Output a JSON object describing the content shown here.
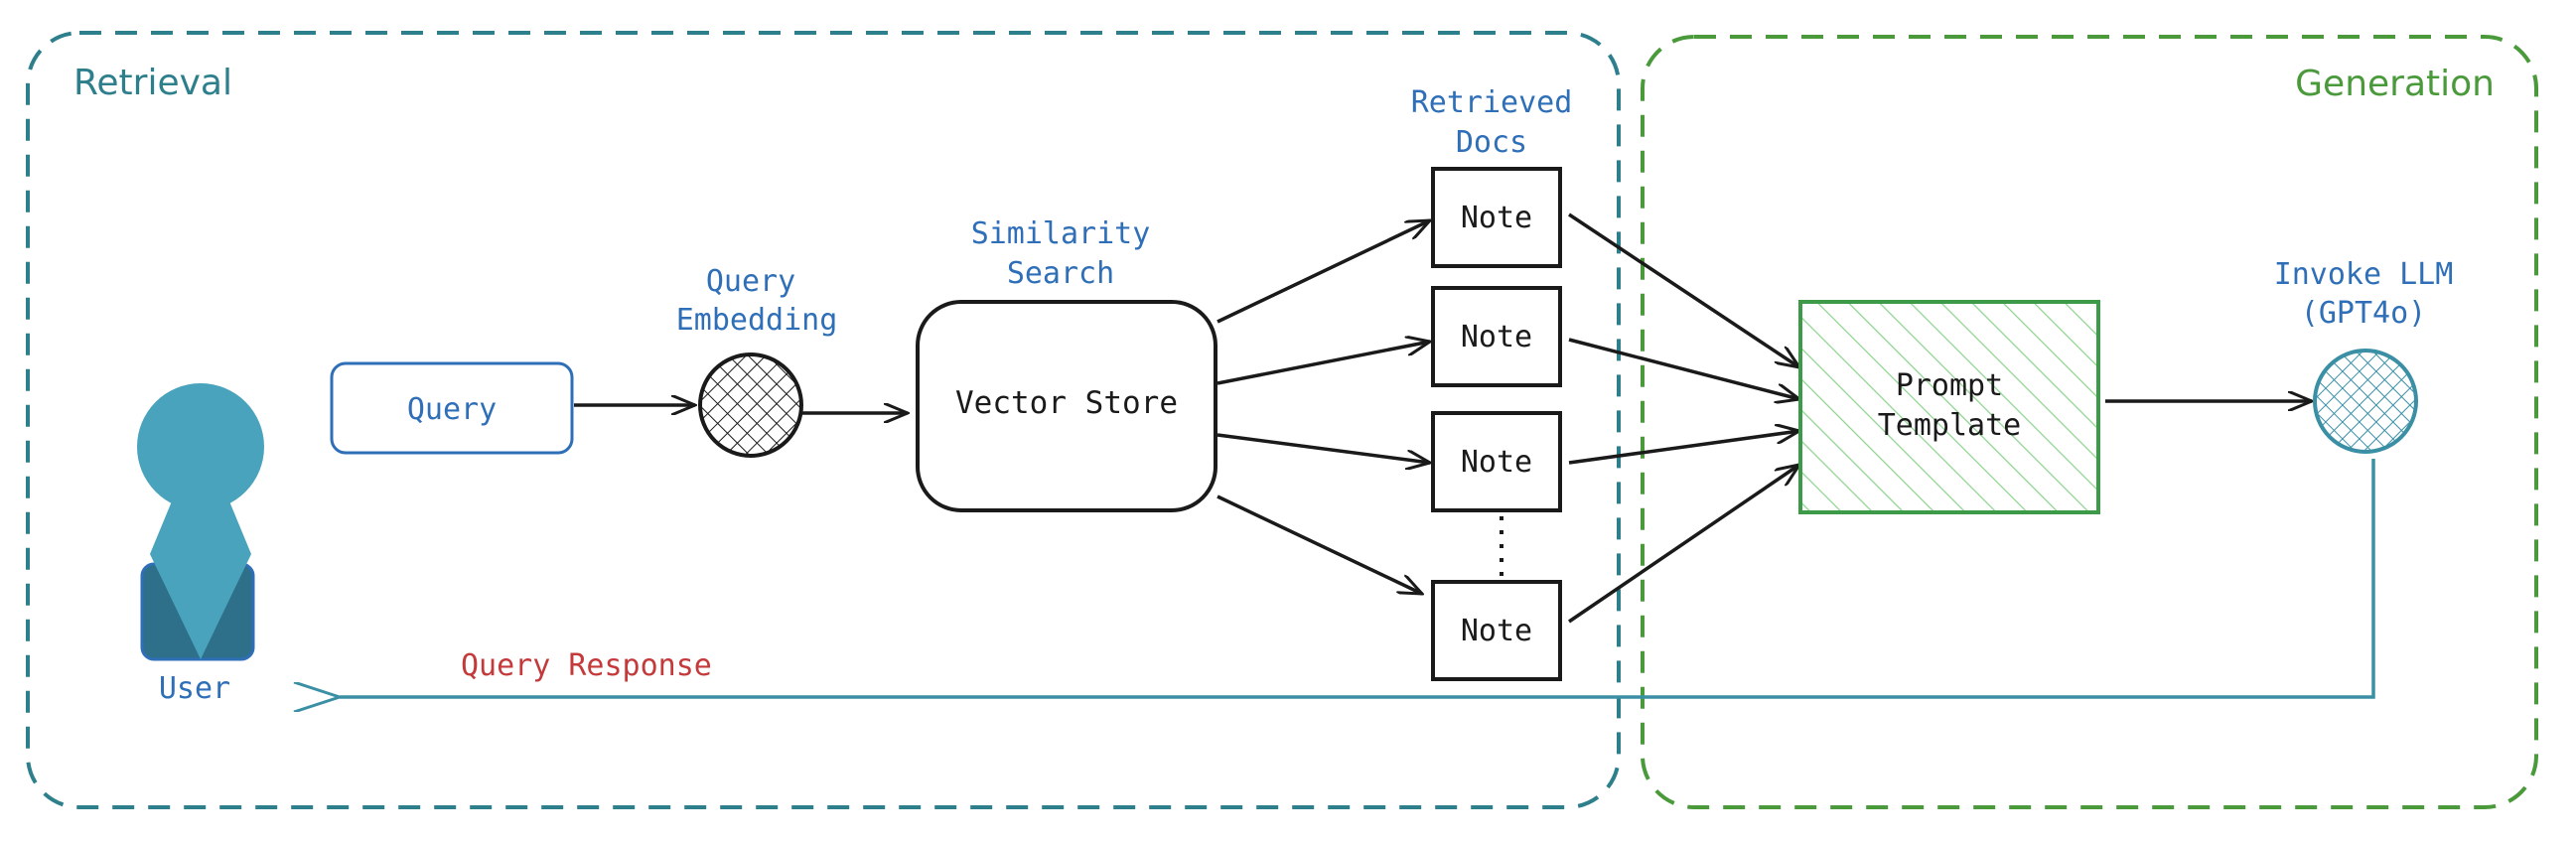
{
  "regions": {
    "retrieval": {
      "label": "Retrieval",
      "color": "#2e7f8c"
    },
    "generation": {
      "label": "Generation",
      "color": "#4a9a3c"
    }
  },
  "user": {
    "label": "User",
    "icon": "person-icon",
    "color": "#4aa3bc"
  },
  "query": {
    "label": "Query"
  },
  "query_embedding": {
    "label_line1": "Query",
    "label_line2": "Embedding"
  },
  "similarity_search": {
    "label_line1": "Similarity",
    "label_line2": "Search"
  },
  "vector_store": {
    "label": "Vector Store"
  },
  "retrieved_docs": {
    "label_line1": "Retrieved",
    "label_line2": "Docs",
    "notes": [
      "Note",
      "Note",
      "Note",
      "Note"
    ]
  },
  "prompt_template": {
    "label_line1": "Prompt",
    "label_line2": "Template"
  },
  "invoke_llm": {
    "label_line1": "Invoke LLM",
    "label_line2": "(GPT4o)"
  },
  "query_response": {
    "label": "Query Response",
    "color": "#c43a3a"
  },
  "colors": {
    "label_blue": "#2f6fb8",
    "box_stroke": "#1a1a1a",
    "prompt_green": "#3c9a48",
    "llm_teal": "#3a8fa5"
  }
}
